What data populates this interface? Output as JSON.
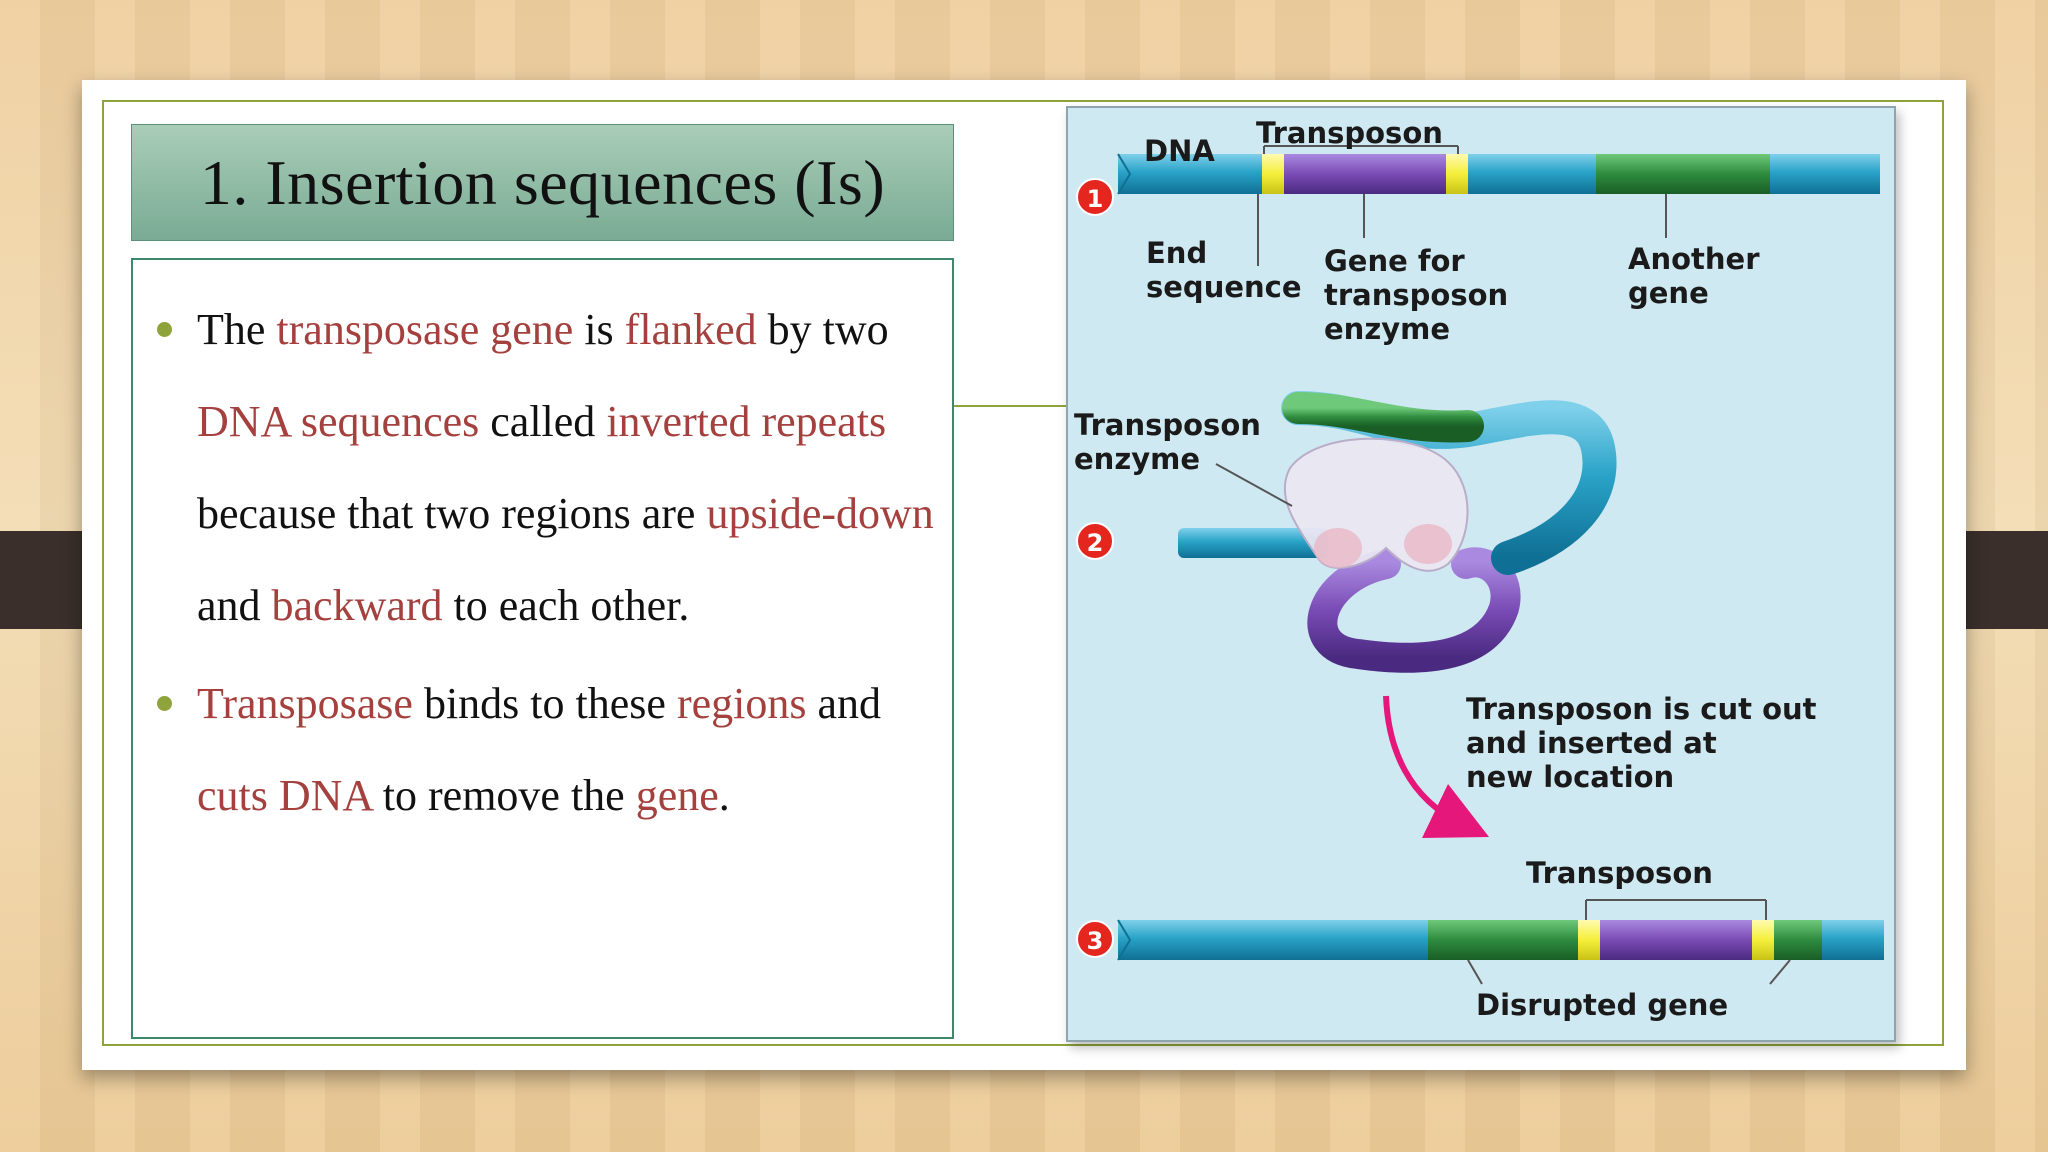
{
  "slide": {
    "title": "1. Insertion sequences (Is)",
    "bullets": [
      [
        {
          "text": "The ",
          "hl": false
        },
        {
          "text": "transposase gene",
          "hl": true
        },
        {
          "text": " is ",
          "hl": false
        },
        {
          "text": "flanked",
          "hl": true
        },
        {
          "text": " by two ",
          "hl": false
        },
        {
          "text": "DNA sequences",
          "hl": true
        },
        {
          "text": " called ",
          "hl": false
        },
        {
          "text": "inverted repeats",
          "hl": true
        },
        {
          "text": " because that two regions are ",
          "hl": false
        },
        {
          "text": "upside-down",
          "hl": true
        },
        {
          "text": " and ",
          "hl": false
        },
        {
          "text": "backward",
          "hl": true
        },
        {
          "text": " to each other.",
          "hl": false
        }
      ],
      [
        {
          "text": "Transposase",
          "hl": true
        },
        {
          "text": " binds to these ",
          "hl": false
        },
        {
          "text": "regions",
          "hl": true
        },
        {
          "text": " and ",
          "hl": false
        },
        {
          "text": "cuts DNA",
          "hl": true
        },
        {
          "text": " to remove the ",
          "hl": false
        },
        {
          "text": "gene",
          "hl": true
        },
        {
          "text": ".",
          "hl": false
        }
      ]
    ]
  },
  "figure": {
    "labels": {
      "dna": "DNA",
      "transposon_top": "Transposon",
      "end_sequence": "End\nsequence",
      "gene_for_enzyme": "Gene for\ntransposon\nenzyme",
      "another_gene": "Another\ngene",
      "transposon_enzyme": "Transposon\nenzyme",
      "cut_out": "Transposon is cut out\nand inserted at\nnew location",
      "transposon_bottom": "Transposon",
      "disrupted_gene": "Disrupted gene"
    },
    "steps": [
      "1",
      "2",
      "3"
    ]
  },
  "colors": {
    "highlight_text": "#a4413e",
    "bullet_dot": "#8ea33a",
    "dna_blue": "#2aa3c8",
    "transposon_purple": "#7a4bb5",
    "gene_green": "#2e8b3e",
    "end_yellow": "#f4ef3a",
    "step_red": "#e5261f",
    "arrow_pink": "#e6177a"
  }
}
